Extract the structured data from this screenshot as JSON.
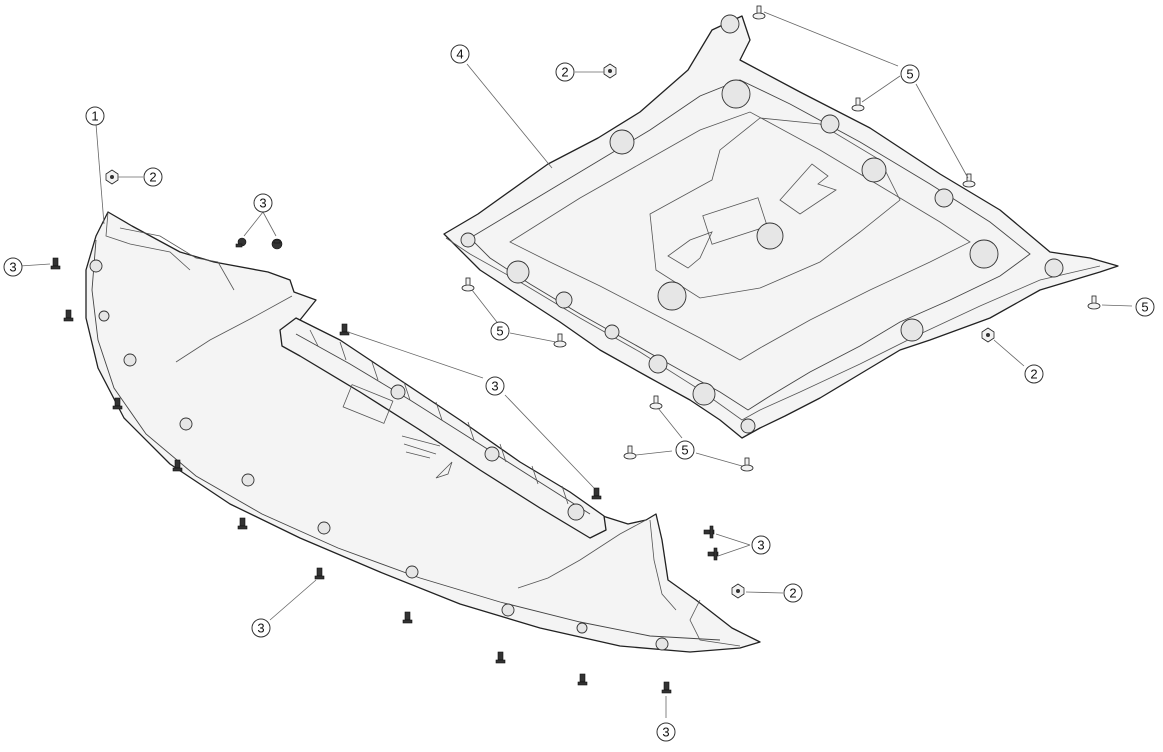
{
  "callouts": [
    {
      "label": "1"
    },
    {
      "label": "2"
    },
    {
      "label": "2"
    },
    {
      "label": "2"
    },
    {
      "label": "2"
    },
    {
      "label": "3"
    },
    {
      "label": "3"
    },
    {
      "label": "3"
    },
    {
      "label": "3"
    },
    {
      "label": "3"
    },
    {
      "label": "3"
    },
    {
      "label": "4"
    },
    {
      "label": "5"
    },
    {
      "label": "5"
    },
    {
      "label": "5"
    },
    {
      "label": "5"
    }
  ]
}
